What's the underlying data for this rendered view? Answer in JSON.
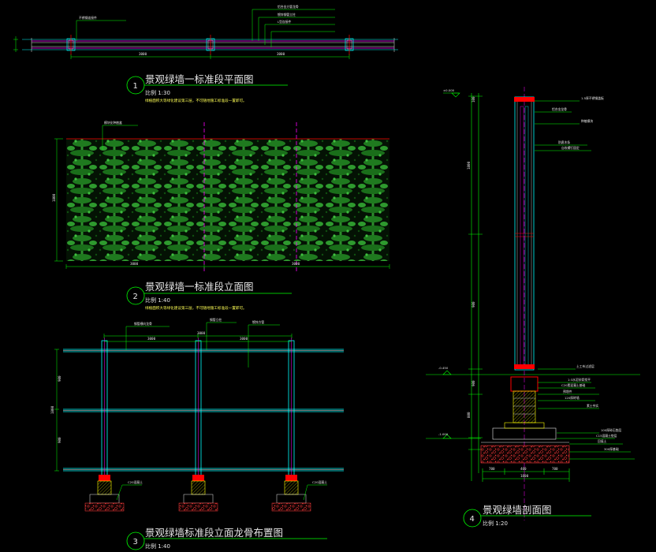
{
  "sheet": {
    "background": "#000000",
    "colors": {
      "green": "#00ff00",
      "cyan": "#00ffff",
      "red": "#ff0000",
      "magenta": "#ff00ff",
      "yellow": "#ffff00",
      "white": "#e6e6e6",
      "plant": "#1f7a1f"
    }
  },
  "views": [
    {
      "number": "1",
      "title": "景观绿墙一标准段平面图",
      "scale": "比例 1:30",
      "note": "绿植面积大等绿化建议第三层，不可随地施工标准段一置即可。"
    },
    {
      "number": "2",
      "title": "景观绿墙一标准段立面图",
      "scale": "比例 1:40",
      "note": "绿植面积大等绿化建议第三层，不可随地施工标准段一置即可。"
    },
    {
      "number": "3",
      "title": "景观绿墙标准段立面龙骨布置图",
      "scale": "比例 1:40"
    },
    {
      "number": "4",
      "title": "景观绿墙剖面图",
      "scale": "比例 1:20"
    }
  ],
  "dimensions": {
    "plan_spans": [
      "3000",
      "3000"
    ],
    "elev_spans": [
      "3000",
      "3000"
    ],
    "elev_height": "1800",
    "frame_spans": [
      "3000",
      "3000",
      "3000"
    ],
    "frame_left": [
      "1800",
      "900",
      "900"
    ],
    "section_left": [
      "100",
      "1800",
      "900",
      "900",
      "800"
    ],
    "section_bottom": [
      "700",
      "400",
      "700"
    ],
    "section_total": "1800"
  },
  "callouts": {
    "plan": [
      "不锈钢连接件",
      "铝合金方管龙骨",
      "镀锌钢管立柱",
      "L型连接件"
    ],
    "elevation": [
      "模块化种植盒"
    ],
    "frame": [
      "钢管横向龙骨",
      "钢管立柱",
      "镀锌方管"
    ],
    "frame_footing": [
      "C20混凝土",
      "C20混凝土"
    ],
    "section_upper": [
      "1.5厚不锈钢盖板",
      "铝合金龙骨",
      "种植模块",
      "防腐木条",
      "自攻螺钉固定"
    ],
    "section_lower": [
      "土工布过滤层",
      "1:3水泥砂浆找平",
      "C20素混凝土基础",
      "预埋件",
      "120厚砖墙",
      "素土夯实",
      "100厚碎石垫层",
      "C15混凝土垫层",
      "回填土",
      "300厚基础"
    ],
    "levels": [
      "±0.000",
      "-0.450",
      "-1.000"
    ]
  }
}
